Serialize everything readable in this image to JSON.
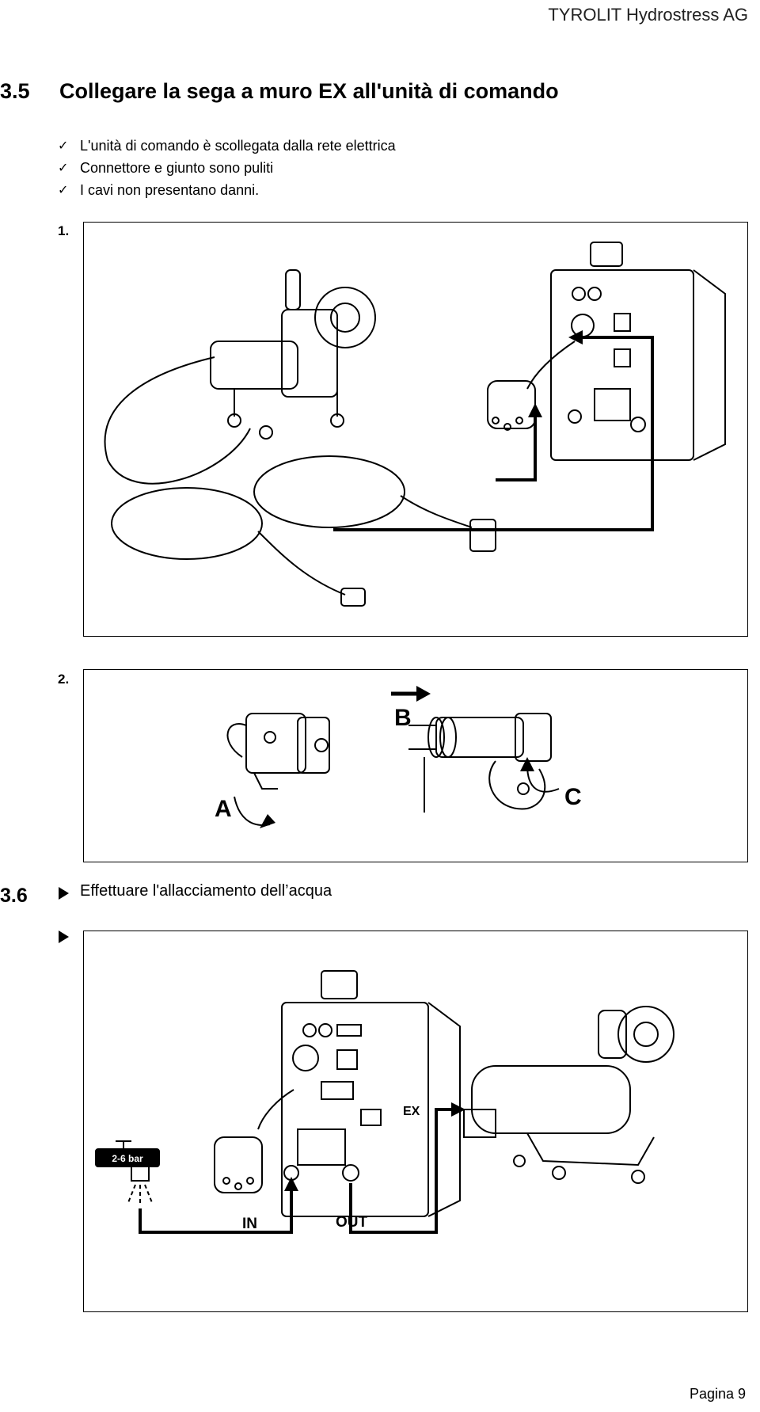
{
  "header": {
    "company": "TYROLIT Hydrostress AG"
  },
  "section": {
    "number": "3.5",
    "title": "Collegare la sega a muro EX all'unità di comando",
    "requirements": [
      "L'unità di comando è scollegata dalla rete elettrica",
      "Connettore e giunto sono puliti",
      "I cavi non presentano danni."
    ],
    "check_icon": "✓"
  },
  "steps": {
    "step1": "1.",
    "step2": "2."
  },
  "figure2_labels": {
    "a": "A",
    "b": "B",
    "c": "C"
  },
  "subsection": {
    "number": "3.6",
    "action": "Effettuare l'allacciamento dell’acqua"
  },
  "figure3_labels": {
    "pressure": "2-6 bar",
    "in": "IN",
    "out": "OUT",
    "ex": "EX"
  },
  "footer": {
    "page": "Pagina 9"
  }
}
